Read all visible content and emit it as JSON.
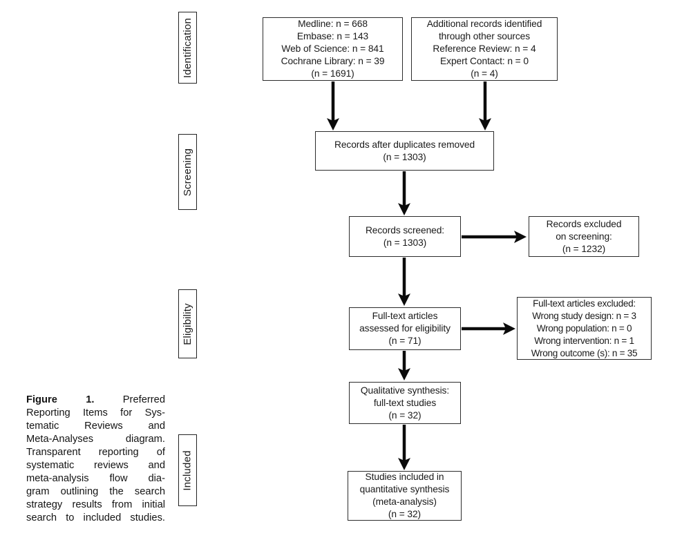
{
  "stage_labels": {
    "identification": "Identification",
    "screening": "Screening",
    "eligibility": "Eligibility",
    "included": "Included"
  },
  "boxes": {
    "database_records": {
      "lines": [
        "Medline: n = 668",
        "Embase: n = 143",
        "Web of Science: n = 841",
        "Cochrane Library: n = 39",
        "(n = 1691)"
      ]
    },
    "additional_records": {
      "lines": [
        "Additional records identified",
        "through other sources",
        "Reference Review: n = 4",
        "Expert Contact: n = 0",
        "(n = 4)"
      ]
    },
    "after_duplicates": {
      "lines": [
        "Records after duplicates removed",
        "(n = 1303)"
      ]
    },
    "records_screened": {
      "lines": [
        "Records screened:",
        "(n = 1303)"
      ]
    },
    "records_excluded": {
      "lines": [
        "Records excluded",
        "on screening:",
        "(n = 1232)"
      ]
    },
    "fulltext_assessed": {
      "lines": [
        "Full-text articles",
        "assessed for eligibility",
        "(n = 71)"
      ]
    },
    "fulltext_excluded": {
      "lines": [
        "Full-text articles excluded:",
        "Wrong study design: n = 3",
        "Wrong population: n = 0",
        "Wrong intervention: n = 1",
        "Wrong outcome (s): n = 35"
      ]
    },
    "qualitative_synthesis": {
      "lines": [
        "Qualitative synthesis:",
        "full-text studies",
        "(n = 32)"
      ]
    },
    "quantitative_synthesis": {
      "lines": [
        "Studies included in",
        "quantitative synthesis",
        "(meta-analysis)",
        "(n = 32)"
      ]
    }
  },
  "caption": {
    "label": "Figure",
    "number": "1.",
    "first_line_rest": "Preferred",
    "lines": [
      "Reporting Items for Sys-",
      "tematic Reviews and",
      "Meta-Analyses diagram.",
      "Transparent reporting of",
      "systematic reviews and",
      "meta-analysis flow dia-",
      "gram outlining the search",
      "strategy results from initial",
      "search to included studies."
    ]
  },
  "colors": {
    "background": "#ffffff",
    "box_border": "#2b2b2b",
    "text": "#1a1a1a",
    "arrow": "#0b0b0b"
  }
}
